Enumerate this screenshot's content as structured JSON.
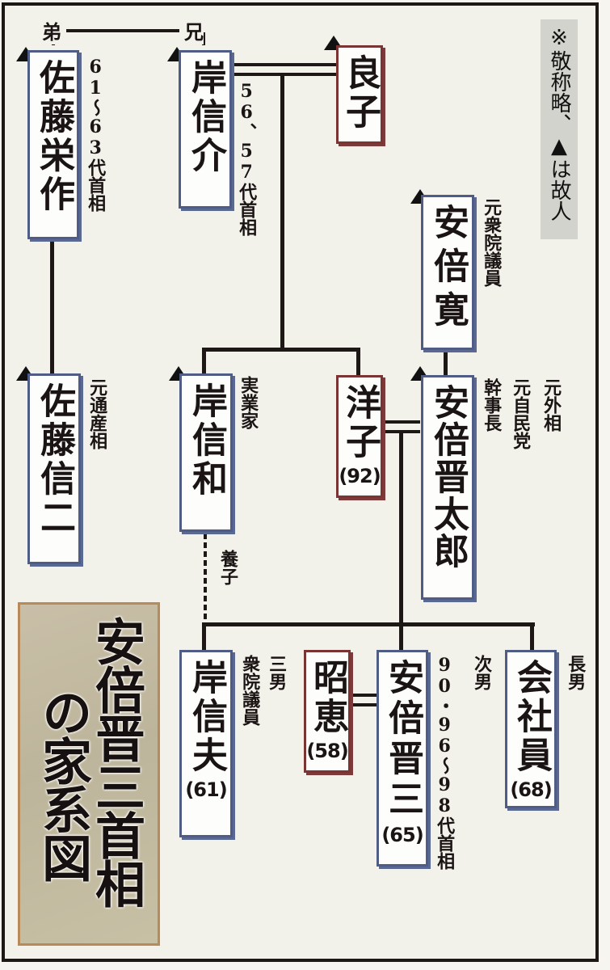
{
  "title": {
    "line1": "安倍晋三首相",
    "line2": "の家系図"
  },
  "legend": "※敬称略、▲は故人",
  "relations": {
    "younger_brother": "弟",
    "older_brother": "兄",
    "adopted": "養子"
  },
  "people": {
    "sato_eisaku": {
      "name": "佐藤栄作",
      "note": "61〜63代首相",
      "deceased": true
    },
    "kishi_nobusuke": {
      "name": "岸信介",
      "note": "56、57代首相",
      "deceased": true
    },
    "yoshiko": {
      "name": "良子",
      "deceased": true
    },
    "abe_kan": {
      "name": "安倍寛",
      "note": "元衆院議員",
      "deceased": true
    },
    "sato_shinji": {
      "name": "佐藤信二",
      "note": "元通産相",
      "deceased": true
    },
    "kishi_nobukazu": {
      "name": "岸信和",
      "note": "実業家",
      "deceased": true
    },
    "yoko": {
      "name": "洋子",
      "age": "(92)"
    },
    "abe_shintaro": {
      "name": "安倍晋太郎",
      "note1": "元外相",
      "note2": "元自民党",
      "note3": "幹事長",
      "deceased": true
    },
    "kishi_nobuo": {
      "name": "岸信夫",
      "age": "(61)",
      "note1": "三男",
      "note2": "衆院議員"
    },
    "akie": {
      "name": "昭恵",
      "age": "(58)"
    },
    "abe_shinzo": {
      "name": "安倍晋三",
      "age": "(65)",
      "note1": "次男",
      "note2": "90・96〜98代首相"
    },
    "eldest_son": {
      "name": "会社員",
      "age": "(68)",
      "note": "長男"
    }
  },
  "colors": {
    "male_border": "#4f5d86",
    "female_border": "#7a3434",
    "frame": "#1d1715",
    "title_border": "#b88a5a"
  }
}
